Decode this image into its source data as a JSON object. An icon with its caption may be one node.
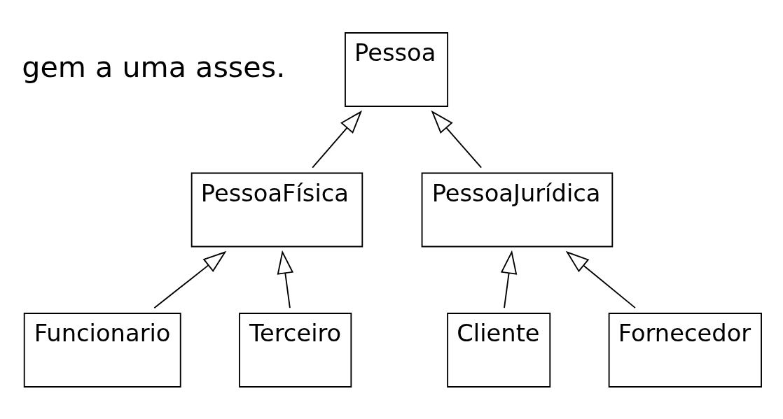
{
  "diagram": {
    "nodes": [
      {
        "text": [
          "Pessoa"
        ]
      },
      {
        "text": [
          "PessoaFísica"
        ]
      },
      {
        "text": [
          "PessoaJurídica"
        ]
      },
      {
        "text": [
          "Funcionario"
        ]
      },
      {
        "text": [
          "Terceiro"
        ]
      },
      {
        "text": [
          "Cliente"
        ]
      },
      {
        "text": [
          "Fornecedor"
        ]
      }
    ],
    "edges": [
      {
        "from": 1,
        "to": 0,
        "arrow": "to"
      },
      {
        "from": 2,
        "to": 0,
        "arrow": "to"
      },
      {
        "from": 3,
        "to": 1,
        "arrow": "to"
      },
      {
        "from": 4,
        "to": 1,
        "arrow": "to"
      },
      {
        "from": 5,
        "to": 2,
        "arrow": "to"
      },
      {
        "from": 6,
        "to": 2,
        "arrow": "to"
      }
    ],
    "labels": [
      "gem a uma asses."
    ]
  }
}
